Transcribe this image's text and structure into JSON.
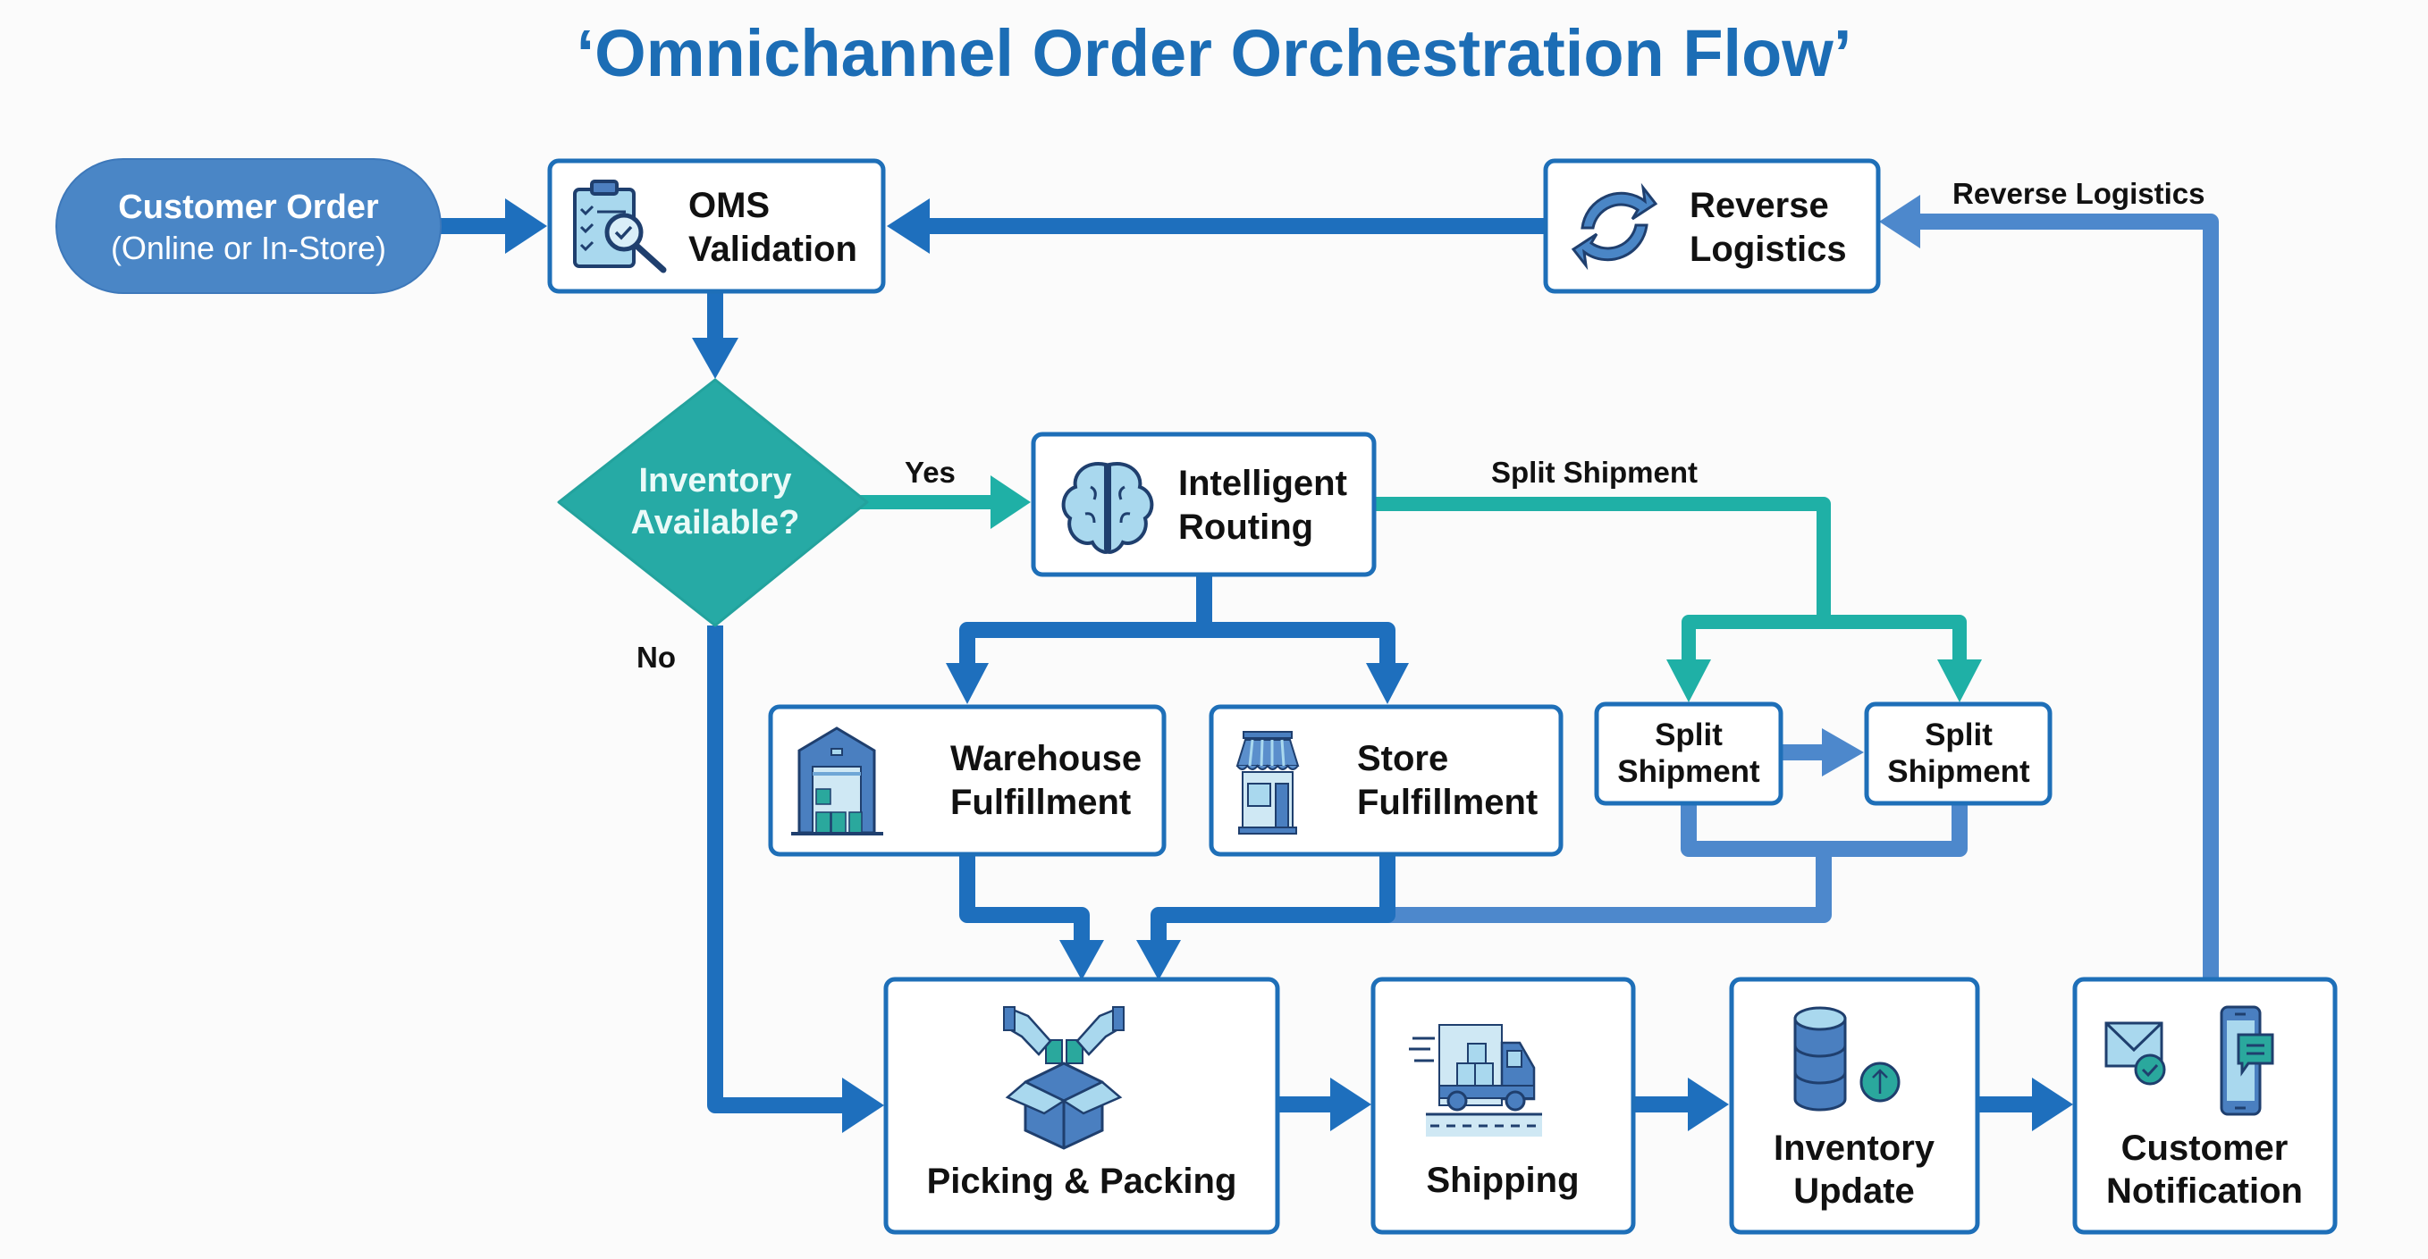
{
  "title": "‘Omnichannel Order Orchestration Flow’",
  "colors": {
    "primary_blue": "#1e6fbd",
    "light_blue": "#4d88cc",
    "teal": "#1fb0a6",
    "pill_fill": "#4a86c6",
    "title": "#1c6db5"
  },
  "nodes": {
    "customer_order": {
      "line1": "Customer Order",
      "line2": "(Online or In-Store)",
      "shape": "pill"
    },
    "oms_validation": {
      "line1": "OMS",
      "line2": "Validation",
      "icon": "clipboard-check-magnifier-icon"
    },
    "reverse_logistics": {
      "line1": "Reverse",
      "line2": "Logistics",
      "icon": "refresh-arrows-icon"
    },
    "inventory_available": {
      "line1": "Inventory",
      "line2": "Available?",
      "shape": "diamond"
    },
    "intelligent_routing": {
      "line1": "Intelligent",
      "line2": "Routing",
      "icon": "brain-icon"
    },
    "warehouse_fulfillment": {
      "line1": "Warehouse",
      "line2": "Fulfillment",
      "icon": "warehouse-icon"
    },
    "store_fulfillment": {
      "line1": "Store",
      "line2": "Fulfillment",
      "icon": "storefront-icon"
    },
    "split_shipment_1": {
      "line1": "Split",
      "line2": "Shipment"
    },
    "split_shipment_2": {
      "line1": "Split",
      "line2": "Shipment"
    },
    "picking_packing": {
      "line1": "Picking & Packing",
      "icon": "hands-box-icon"
    },
    "shipping": {
      "line1": "Shipping",
      "icon": "delivery-truck-icon"
    },
    "inventory_update": {
      "line1": "Inventory",
      "line2": "Update",
      "icon": "database-upload-icon"
    },
    "customer_notification": {
      "line1": "Customer",
      "line2": "Notification",
      "icon": "email-phone-notification-icon"
    }
  },
  "edge_labels": {
    "yes": "Yes",
    "no": "No",
    "split_shipment": "Split Shipment",
    "reverse_logistics": "Reverse Logistics"
  },
  "edges": [
    {
      "from": "Customer Order",
      "to": "OMS Validation"
    },
    {
      "from": "OMS Validation",
      "to": "Inventory Available?"
    },
    {
      "from": "Inventory Available?",
      "to": "Intelligent Routing",
      "label": "Yes"
    },
    {
      "from": "Inventory Available?",
      "to": "Picking & Packing",
      "label": "No"
    },
    {
      "from": "Intelligent Routing",
      "to": "Warehouse Fulfillment"
    },
    {
      "from": "Intelligent Routing",
      "to": "Store Fulfillment"
    },
    {
      "from": "Intelligent Routing",
      "to": "Split Shipment",
      "label": "Split Shipment"
    },
    {
      "from": "Split Shipment",
      "to": "Split Shipment"
    },
    {
      "from": "Warehouse Fulfillment",
      "to": "Picking & Packing"
    },
    {
      "from": "Store Fulfillment",
      "to": "Picking & Packing"
    },
    {
      "from": "Split Shipment",
      "to": "Picking & Packing"
    },
    {
      "from": "Picking & Packing",
      "to": "Shipping"
    },
    {
      "from": "Shipping",
      "to": "Inventory Update"
    },
    {
      "from": "Inventory Update",
      "to": "Customer Notification"
    },
    {
      "from": "Customer Notification",
      "to": "Reverse Logistics",
      "label": "Reverse Logistics"
    },
    {
      "from": "Reverse Logistics",
      "to": "OMS Validation"
    }
  ]
}
